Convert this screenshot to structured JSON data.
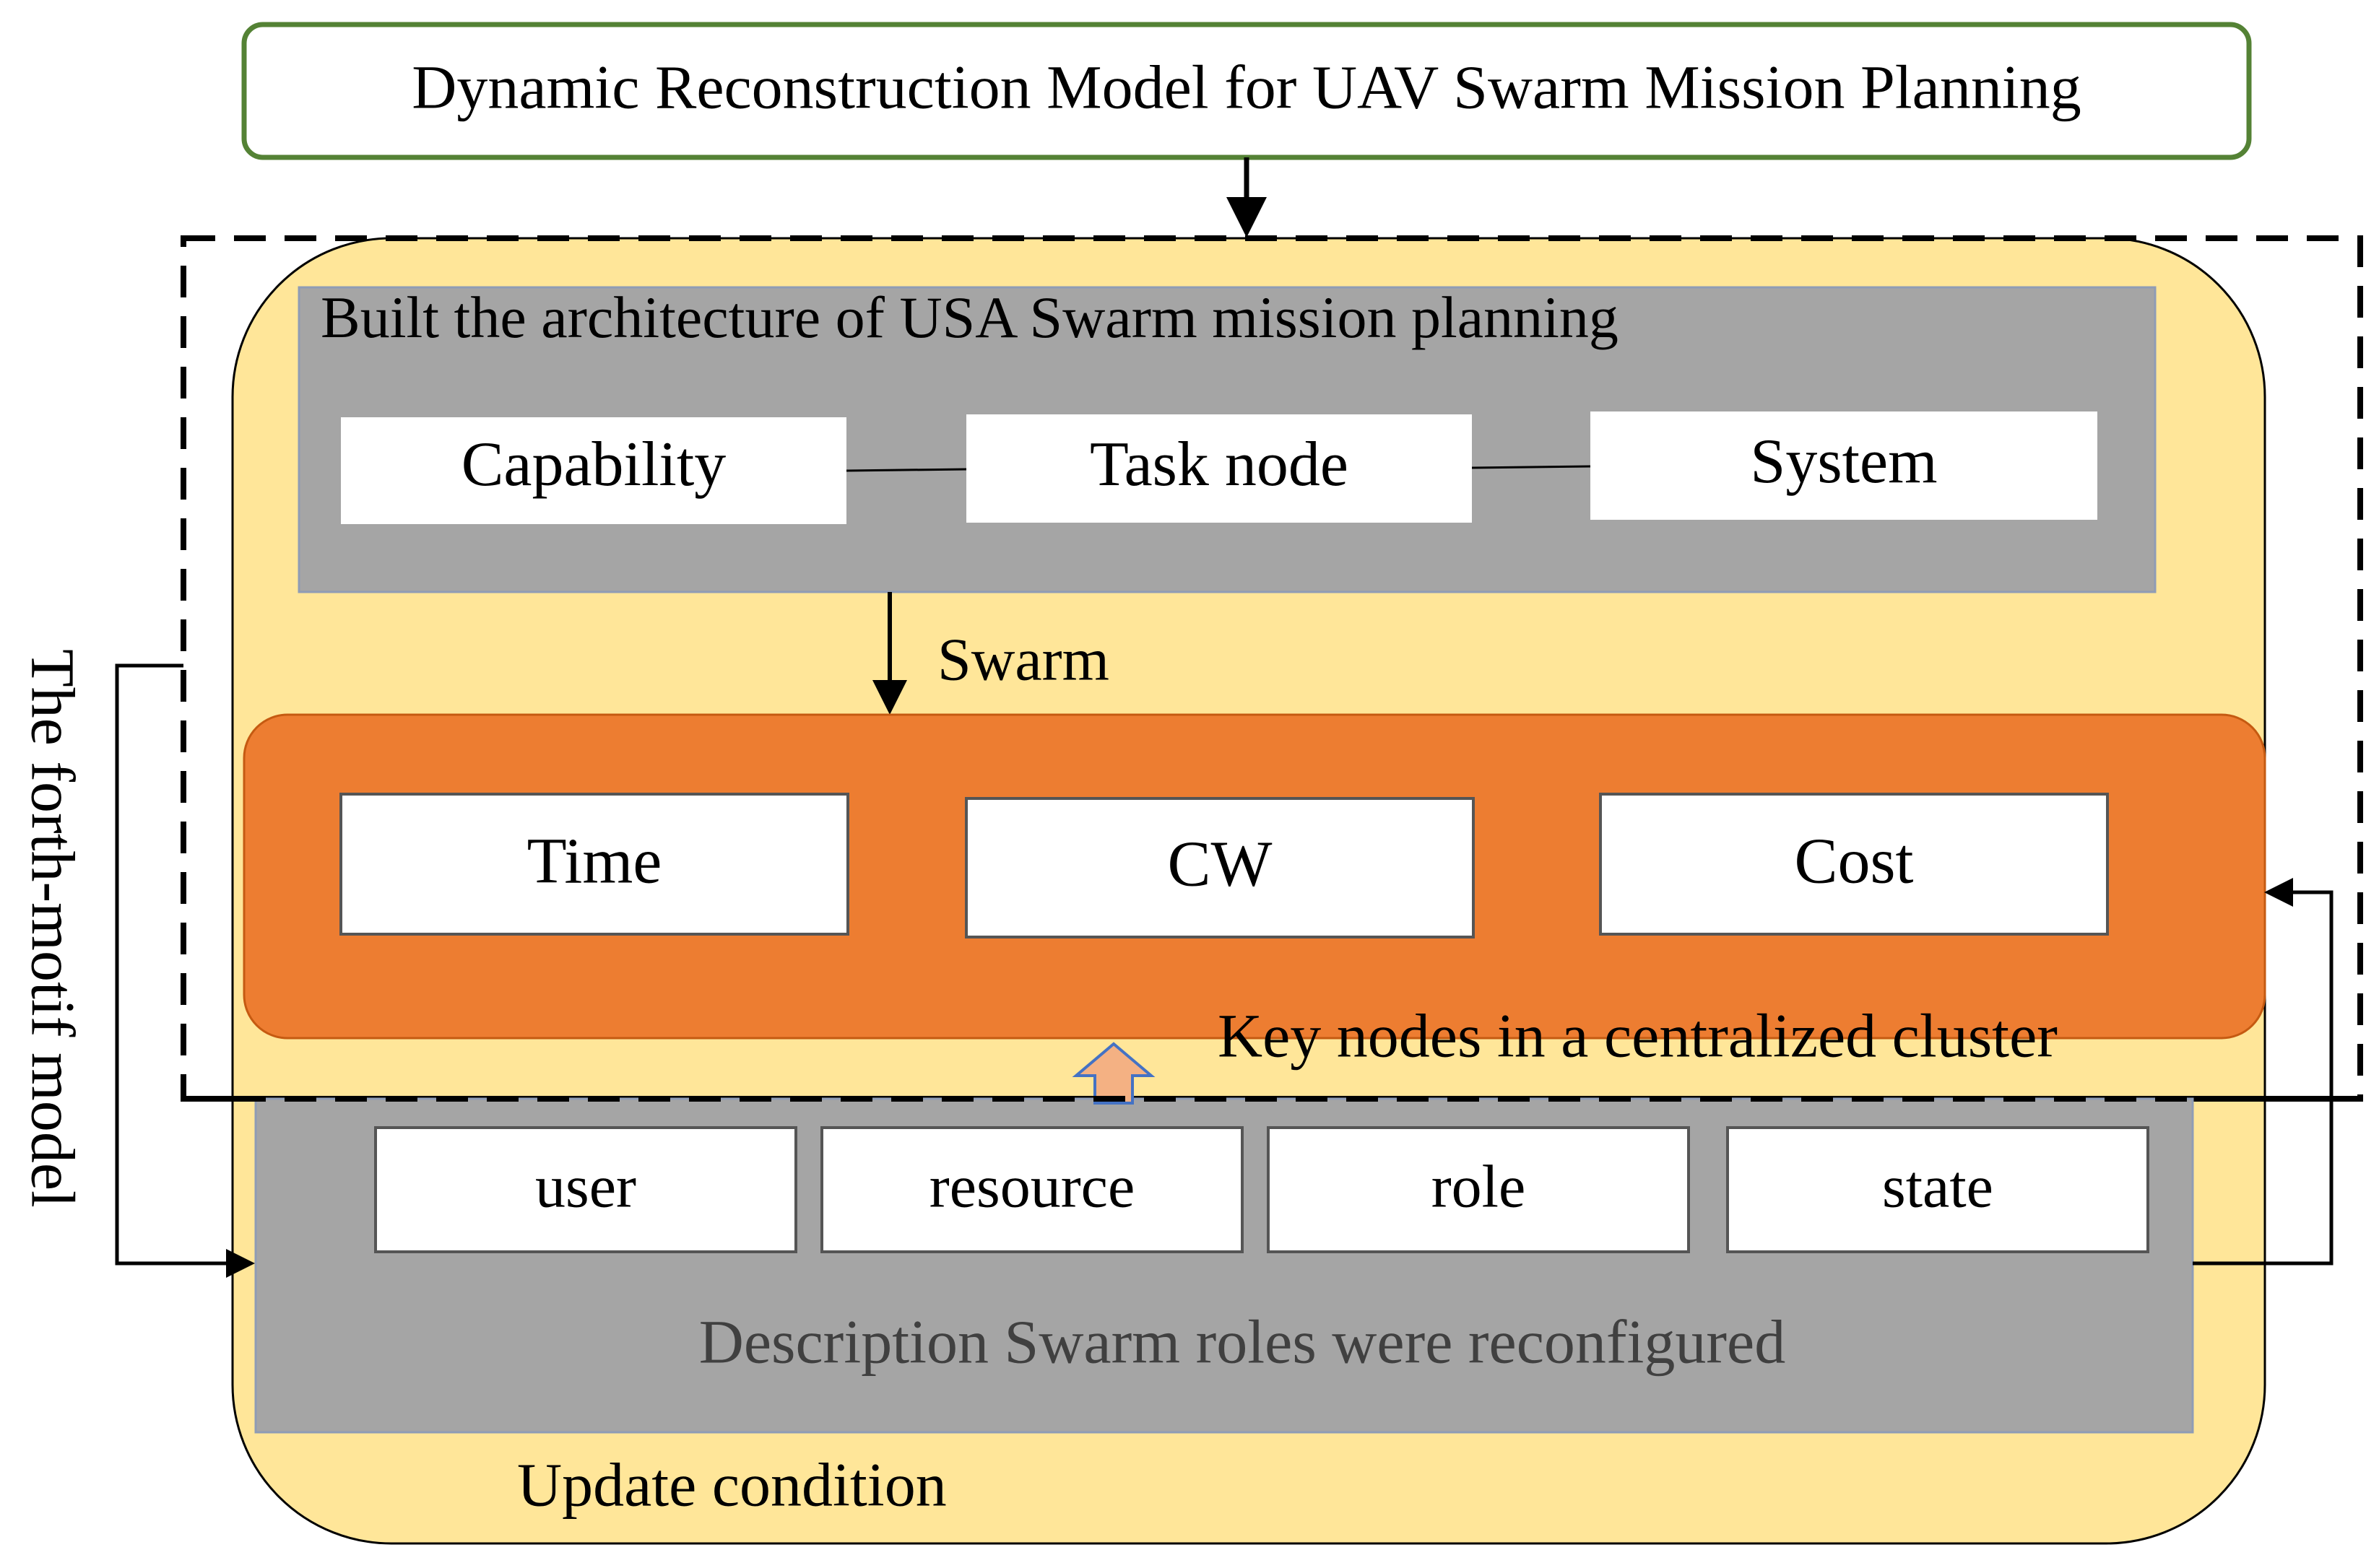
{
  "diagram": {
    "title": "Dynamic Reconstruction Model for UAV Swarm Mission Planning",
    "architecture": {
      "heading": "Built the architecture of USA Swarm mission planning",
      "nodes": [
        "Capability",
        "Task node",
        "System"
      ]
    },
    "swarm_label": "Swarm",
    "key_nodes": {
      "nodes": [
        "Time",
        "CW",
        "Cost"
      ],
      "label": "Key nodes in a centralized cluster"
    },
    "reconfig": {
      "nodes": [
        "user",
        "resource",
        "role",
        "state"
      ],
      "description": "Description Swarm roles were reconfigured"
    },
    "update_label": "Update condition",
    "side_label": "The forth-motif model",
    "colors": {
      "title_border": "#548235",
      "outer_fill": "#ffe699",
      "gray_panel": "#a5a5a5",
      "orange_panel": "#ed7d31",
      "up_arrow": "#f4b183",
      "up_arrow_stroke": "#4472c4"
    }
  }
}
